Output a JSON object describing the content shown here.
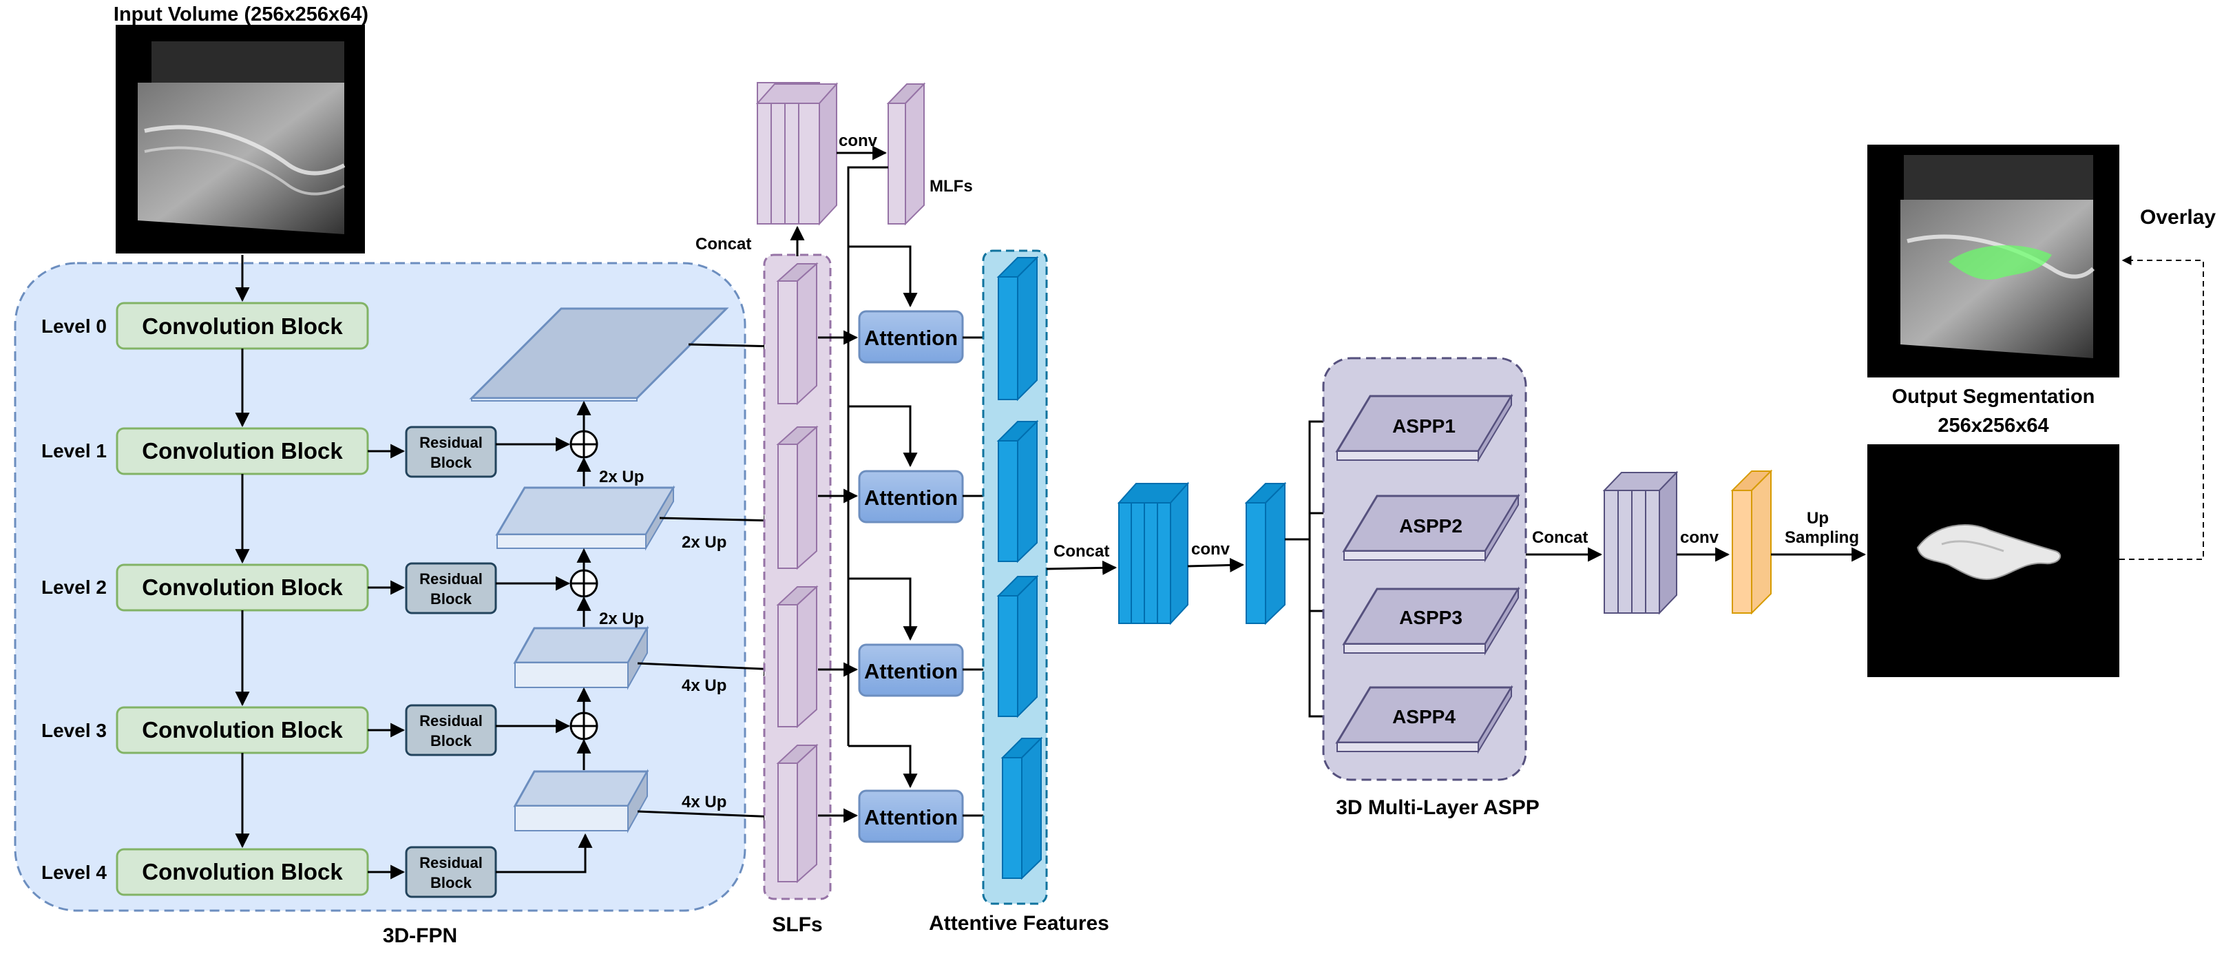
{
  "input": {
    "title": "Input Volume (256x256x64)"
  },
  "fpn": {
    "title": "3D-FPN",
    "levels": [
      {
        "label": "Level 0",
        "block": "Convolution Block"
      },
      {
        "label": "Level 1",
        "block": "Convolution Block"
      },
      {
        "label": "Level 2",
        "block": "Convolution Block"
      },
      {
        "label": "Level 3",
        "block": "Convolution Block"
      },
      {
        "label": "Level 4",
        "block": "Convolution Block"
      }
    ],
    "residual_line1": "Residual",
    "residual_line2": "Block",
    "up_labels": [
      "2x Up",
      "2x Up",
      "2x Up",
      "4x Up",
      "4x Up"
    ]
  },
  "slfs": {
    "title": "SLFs",
    "concat": "Concat"
  },
  "mlfs": {
    "title": "MLFs",
    "conv": "conv"
  },
  "attention": {
    "label": "Attention",
    "title": "Attentive Features"
  },
  "fusion": {
    "concat": "Concat",
    "conv": "conv"
  },
  "aspp": {
    "title": "3D Multi-Layer ASPP",
    "items": [
      "ASPP1",
      "ASPP2",
      "ASPP3",
      "ASPP4"
    ]
  },
  "head": {
    "concat": "Concat",
    "conv": "conv",
    "up_line1": "Up",
    "up_line2": "Sampling"
  },
  "output": {
    "title_line1": "Output Segmentation",
    "title_line2": "256x256x64",
    "overlay": "Overlay"
  },
  "colors": {
    "fpn_bg": "#dae8fc",
    "fpn_border": "#6c8ebf",
    "conv_fill": "#d5e8d4",
    "conv_border": "#82b366",
    "residual_fill": "#bac8d3",
    "residual_border": "#23445d",
    "slf_fill": "#e1d5e7",
    "slf_border": "#9673a6",
    "attention_fill": "#7ea6e0",
    "attention_border": "#6c8ebf",
    "feature_fill": "#1ba1e2",
    "feature_band": "#b1ddf0",
    "aspp_bg": "#d0cee2",
    "aspp_border": "#56517e",
    "upsample_fill": "#ffd19c",
    "upsample_border": "#d79b00",
    "overlay_green": "#66ff66"
  }
}
